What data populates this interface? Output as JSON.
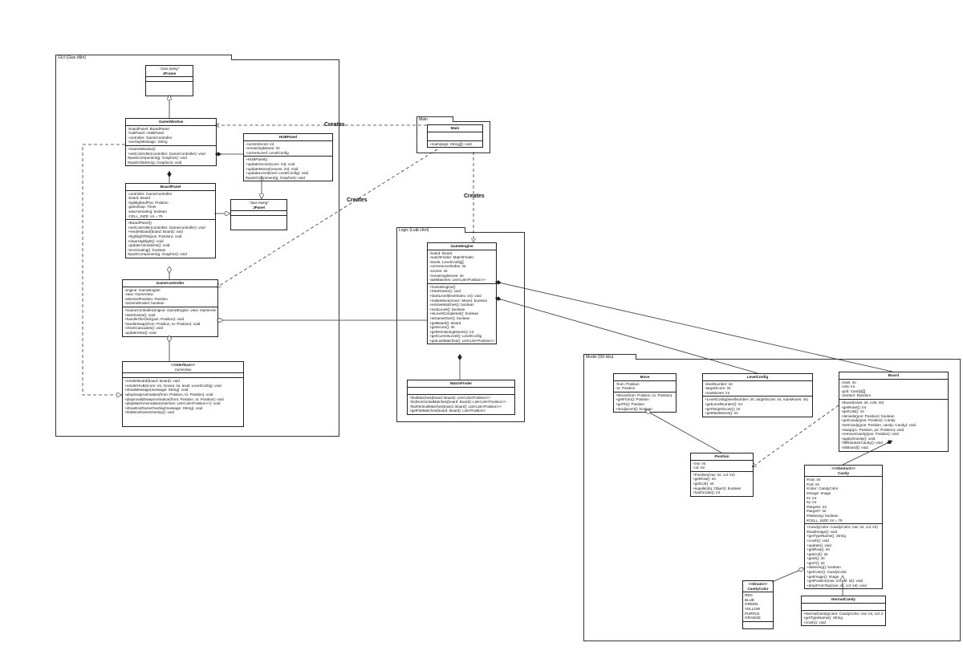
{
  "packages": {
    "gui": "GUI (Giao diện)",
    "main": "Main",
    "logic": "Logic (Luật chơi)",
    "model": "Model (Dữ liệu)"
  },
  "labels": {
    "creates": "Creates"
  },
  "classes": {
    "jframe": {
      "stereotype": "\"Java Swing\"",
      "name": "JFrame",
      "attributes": [],
      "methods": []
    },
    "jpanel": {
      "stereotype": "\"Java Swing\"",
      "name": "JPanel",
      "attributes": [],
      "methods": []
    },
    "gamewindow": {
      "name": "GameWindow",
      "attributes": [
        "-boardPanel: BoardPanel",
        "-hubPanel: HUBPanel",
        "-controller: GameController",
        "-overlayMessage: String"
      ],
      "methods": [
        "+GameWindow()",
        "+setController(controller: GameController): void",
        "#paintComponent(g: Graphics): void",
        "#paintChildren(g: Graphics): void"
      ]
    },
    "hubpanel": {
      "name": "HUBPanel",
      "attributes": [
        "-currentScore: int",
        "-remainingMoves: int",
        "-currentLevel: LevelConfig"
      ],
      "methods": [
        "+HUBPanel()",
        "+updateScore(score: int): void",
        "+updateMoves(moves: int): void",
        "+updateLevel(level: LevelConfig): void",
        "#paintComponent(g: Graphics): void"
      ]
    },
    "boardpanel": {
      "name": "BoardPanel",
      "attributes": [
        "-controller: GameController",
        "-board: Board",
        "-highlightedPos: Position",
        "-gameloop: Timer",
        "-wasAnimating: boolean",
        "-CELL_SIZE: int = 75"
      ],
      "methods": [
        "+BoardPanel()",
        "+setController(controller: GameController): void",
        "+renderBoard(board: Board): void",
        "+highlightTile(pos: Position): void",
        "+clearHighlight(): void",
        "-updateAnimations(): void",
        "-isAnimating(): boolean",
        "#paintComponent(g: Graphics): void"
      ]
    },
    "gamecontroller": {
      "name": "GameController",
      "attributes": [
        "-engine: GameEngine",
        "-view: GameView",
        "-selectedPosition: Position",
        "-isGameEnded: boolean"
      ],
      "methods": [
        "+GameController(engine: GameEngine, view: GameView)",
        "+startGame(): void",
        "+handleTileClick(pos: Position): void",
        "-handleSwap(from: Position, to: Position): void",
        "-checkCascades(): void",
        "-updateView(): void"
      ]
    },
    "gameview": {
      "stereotype": "<<Interface>>",
      "name": "GameView",
      "attributes": [],
      "methods": [
        "+renderBoard(board: Board): void",
        "+renderHUB(score: int, moves: int, level: LevelConfig): void",
        "+showMessage(message: String): void",
        "+playSwapAnimation(from: Position, to: Position): void",
        "+playInvalidSwapAnimation(from: Position, to: Position): void",
        "+playMatchAnimation(matches: List<List<Position>>): void",
        "+showEndGameOverlay(message: String): void",
        "+hideEndGameOverlay(): void"
      ]
    },
    "main": {
      "name": "Main",
      "attributes": [],
      "methods": [
        "+main(args: String[]): void"
      ]
    },
    "gameengine": {
      "name": "GameEngine",
      "attributes": [
        "-board: Board",
        "-matchFinder: MatchFinder",
        "-levels: LevelConfig[]",
        "-currentLevelIndex: int",
        "-scores: int",
        "-remainingMoves: int",
        "-lastMatches: List<List<Position>>"
      ],
      "methods": [
        "+GameEngine()",
        "+StartGame(): void",
        "+startLevel(levelIndex: int): void",
        "+makeMove(move: Move): boolean",
        "-resolveMatches(): boolean",
        "+nextLevel(): boolean",
        "+isLevelCompleted(): boolean",
        "+isGameOver(): boolean",
        "+getBoard(): Board",
        "+getScore(): int",
        "+getRemainingMoves(): int",
        "+getCurrentLevel(): LevelConfig",
        "+getLastMatches(): List<List<Position>>"
      ]
    },
    "matchfinder": {
      "name": "MatchFinder",
      "attributes": [],
      "methods": [
        "+findMatches(board: Board): List<List<Position>>",
        "-findHorizontalMatches(board: Board): List<List<Position>>",
        "-findVerticalMatches(board: Board): List<List<Position>>",
        "+getFlatMatches(board: Board): List<Position>"
      ]
    },
    "move": {
      "name": "Move",
      "attributes": [
        "-from: Position",
        "-to: Position"
      ],
      "methods": [
        "+Move(from: Position, to: Position)",
        "+getFrom(): Position",
        "+getTo(): Position",
        "+isAdjacent(): boolean"
      ]
    },
    "levelconfig": {
      "name": "LevelConfig",
      "attributes": [
        "-levelNumber: int",
        "-targetScore: int",
        "-maxMoves: int"
      ],
      "methods": [
        "+LevelConfig(levelNumber: int, targetScore: int, maxMoves: int)",
        "+getLevelNumber(): int",
        "+getTargetScore(): int",
        "+getMaxMoves(): int"
      ]
    },
    "board": {
      "name": "Board",
      "attributes": [
        "-rows: int",
        "-cols: int",
        "-grid: Candy[][]",
        "-random: Random"
      ],
      "methods": [
        "+Board(rows: int, cols: int)",
        "+getRows(): int",
        "+getCols(): int",
        "+isInside(pos: Position): boolean",
        "+getCandy(pos: Position): Candy",
        "+setCandy(pos: Position, candy: Candy): void",
        "+swap(p1: Position, p2: Position): void",
        "+removeCandy(pos: Position): void",
        "+applyGravity(): void",
        "+fillRandomCandy(): void",
        "-initBoard(): void"
      ]
    },
    "position": {
      "name": "Position",
      "attributes": [
        "-row: int",
        "-col: int"
      ],
      "methods": [
        "+Position(row: int, col: int)",
        "+getRow(): int",
        "+getCol(): int",
        "+equals(obj: Object): boolean",
        "+hashCode(): int"
      ]
    },
    "candy": {
      "stereotype": "<<Abstract>>",
      "name": "Candy",
      "attributes": [
        "#row: int",
        "#col: int",
        "#color: CandyColor",
        "#image: Image",
        "#x: int",
        "#y: int",
        "#targetX: int",
        "#targetY: int",
        "#isMoving: boolean",
        "#CELL_SIZE: int = 75"
      ],
      "methods": [
        "+Candy(color: CandyColor, row: int, col: int)",
        "#loadImage(): void",
        "+getTypeName(): String",
        "+crush(): void",
        "+update(): void",
        "+getRow(): int",
        "+getCol(): int",
        "+getX(): int",
        "+getY(): int",
        "+isMoving(): boolean",
        "+getColor(): CandyColor",
        "+getImage(): Image",
        "+getPosition(row: int, col: int): void",
        "+dropFromTop(row: int, col: int): void"
      ]
    },
    "candycolor": {
      "stereotype": "<<Enum>>",
      "name": "CandyColor",
      "attributes": [
        "RED",
        "BLUE",
        "GREEN",
        "YELLOW",
        "PURPLE",
        "ORANGE"
      ],
      "methods": []
    },
    "normalcandy": {
      "name": "NormalCandy",
      "attributes": [],
      "methods": [
        "+NormalCandy(color: CandyColor, row: int, col: int)",
        "+getTypeName(): String",
        "+crush(): void"
      ]
    }
  }
}
